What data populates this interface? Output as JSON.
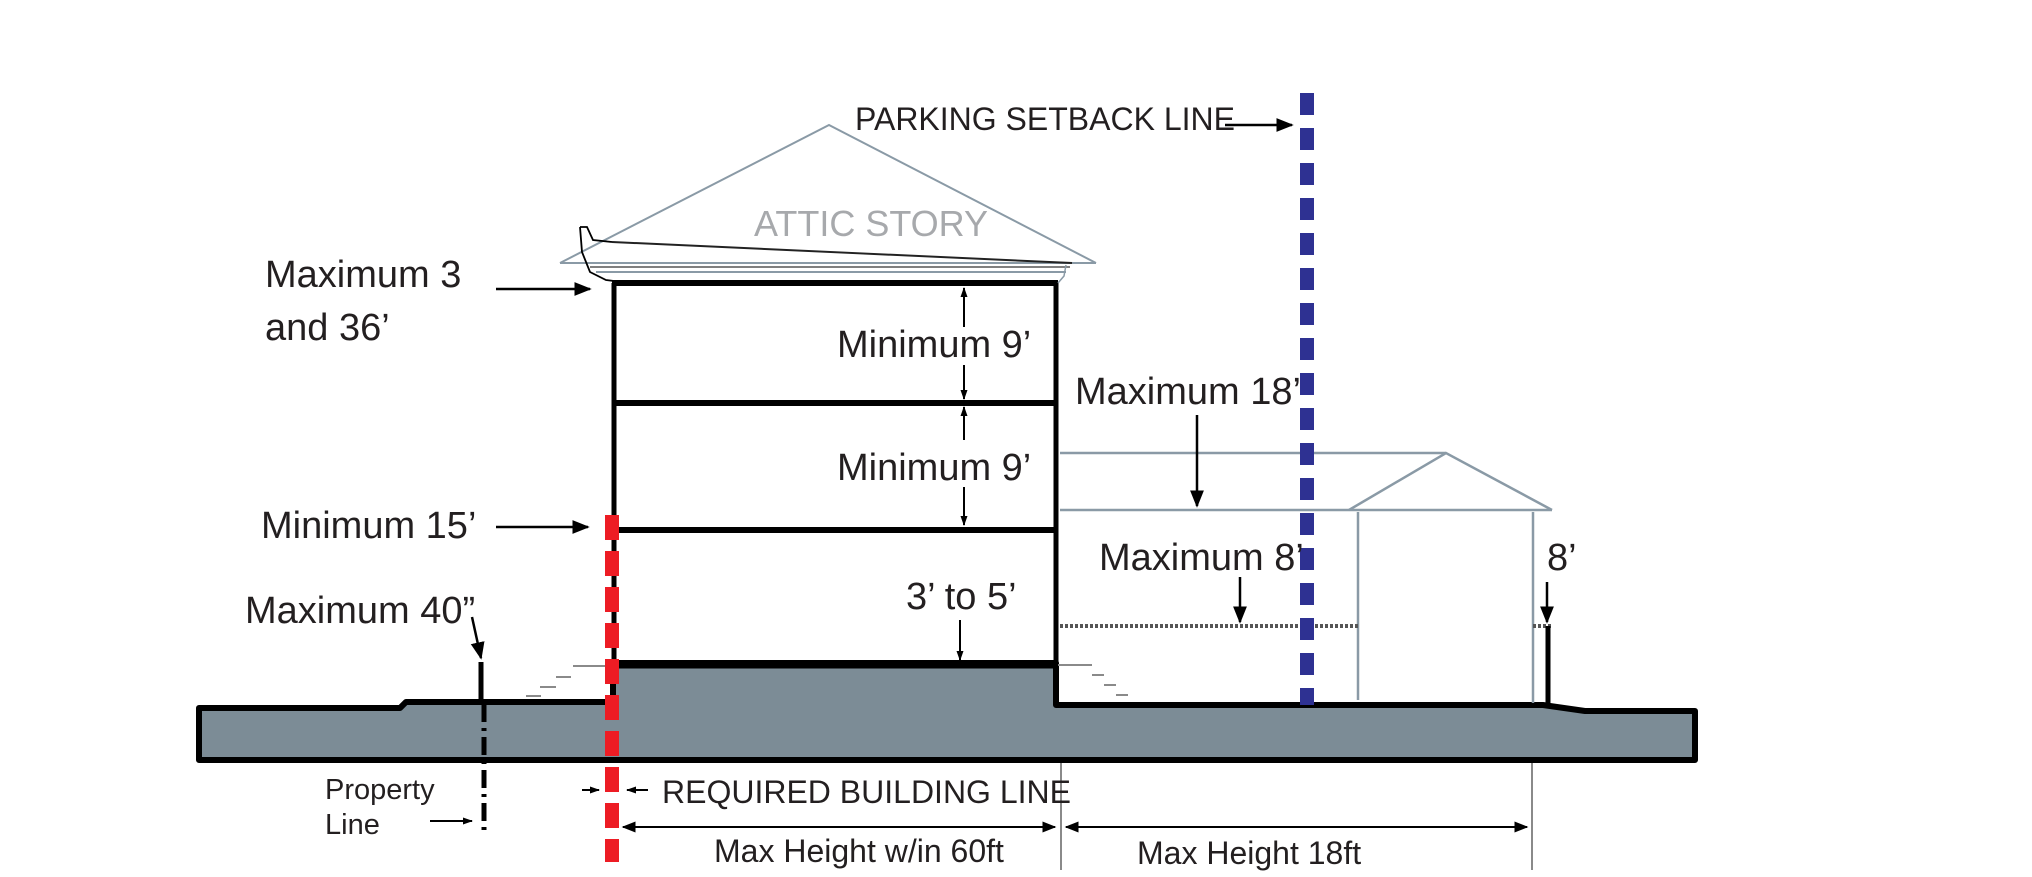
{
  "diagram": {
    "title": "Building height and setback section diagram",
    "colors": {
      "ground_fill": "#7c8c96",
      "outline": "#000000",
      "roof_line": "#8a9aa6",
      "required_building_line": "#ed1c24",
      "parking_setback_line": "#2e3192",
      "attic_text": "#a7a9ac",
      "text": "#231f20"
    },
    "labels": {
      "parking_setback_line": "PARKING SETBACK LINE",
      "attic_story": "ATTIC  STORY",
      "max_stories_line1": "Maximum 3",
      "max_stories_line2": "and 36’",
      "top_floor_height": "Minimum 9’",
      "second_floor_height": "Minimum 9’",
      "ground_floor_height": "Minimum 15’",
      "raised_floor": "3’ to 5’",
      "front_fence": "Maximum 40”",
      "outbuilding_height": "Maximum 18’",
      "outbuilding_wall_height": "Maximum 8’",
      "rear_fence": "8’",
      "property_line_line1": "Property",
      "property_line_line2": "Line",
      "required_building_line": "REQUIRED BUILDING LINE",
      "zone_main": "Max Height w/in 60ft",
      "zone_rear": "Max Height 18ft"
    }
  }
}
